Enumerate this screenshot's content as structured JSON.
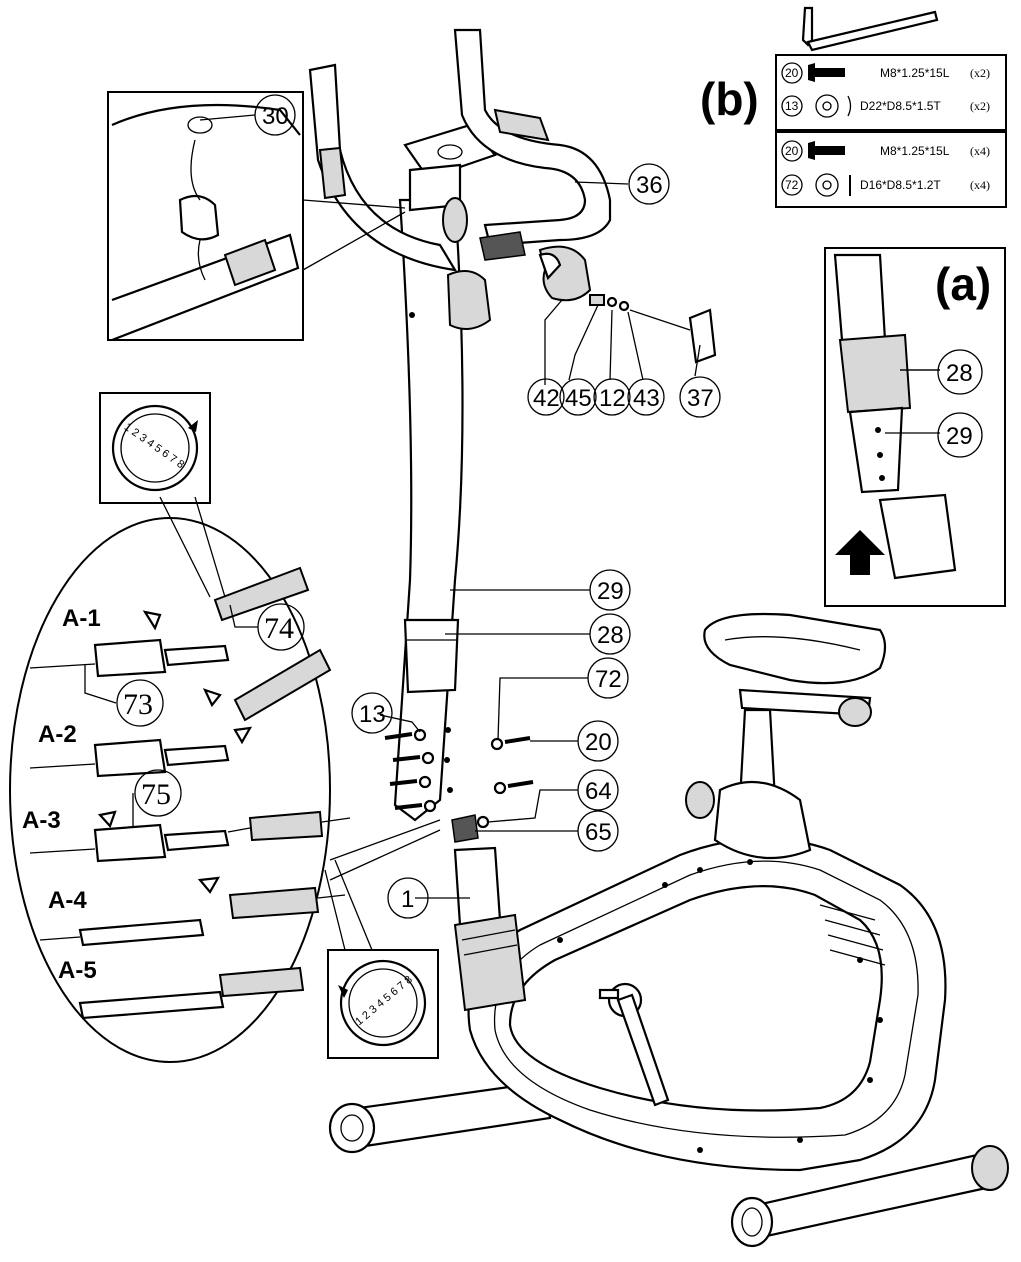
{
  "callouts": {
    "c30": "30",
    "c36": "36",
    "c42": "42",
    "c45": "45",
    "c12": "12",
    "c43": "43",
    "c37": "37",
    "c29": "29",
    "c28": "28",
    "c72": "72",
    "c13": "13",
    "c20": "20",
    "c64": "64",
    "c65": "65",
    "c1": "1",
    "c74": "74",
    "c73": "73",
    "c75": "75"
  },
  "inset_a": {
    "label": "(a)",
    "c28": "28",
    "c29": "29"
  },
  "inset_b": {
    "label": "(b)",
    "group1": {
      "bolt": {
        "num": "20",
        "spec": "M8*1.25*15L",
        "qty": "(x2)"
      },
      "washer": {
        "num": "13",
        "spec": "D22*D8.5*1.5T",
        "qty": "(x2)"
      }
    },
    "group2": {
      "bolt": {
        "num": "20",
        "spec": "M8*1.25*15L",
        "qty": "(x4)"
      },
      "washer": {
        "num": "72",
        "spec": "D16*D8.5*1.2T",
        "qty": "(x4)"
      }
    }
  },
  "steps": [
    "A-1",
    "A-2",
    "A-3",
    "A-4",
    "A-5"
  ],
  "dial_scale": "1 2 3 4 5 6 7 8"
}
